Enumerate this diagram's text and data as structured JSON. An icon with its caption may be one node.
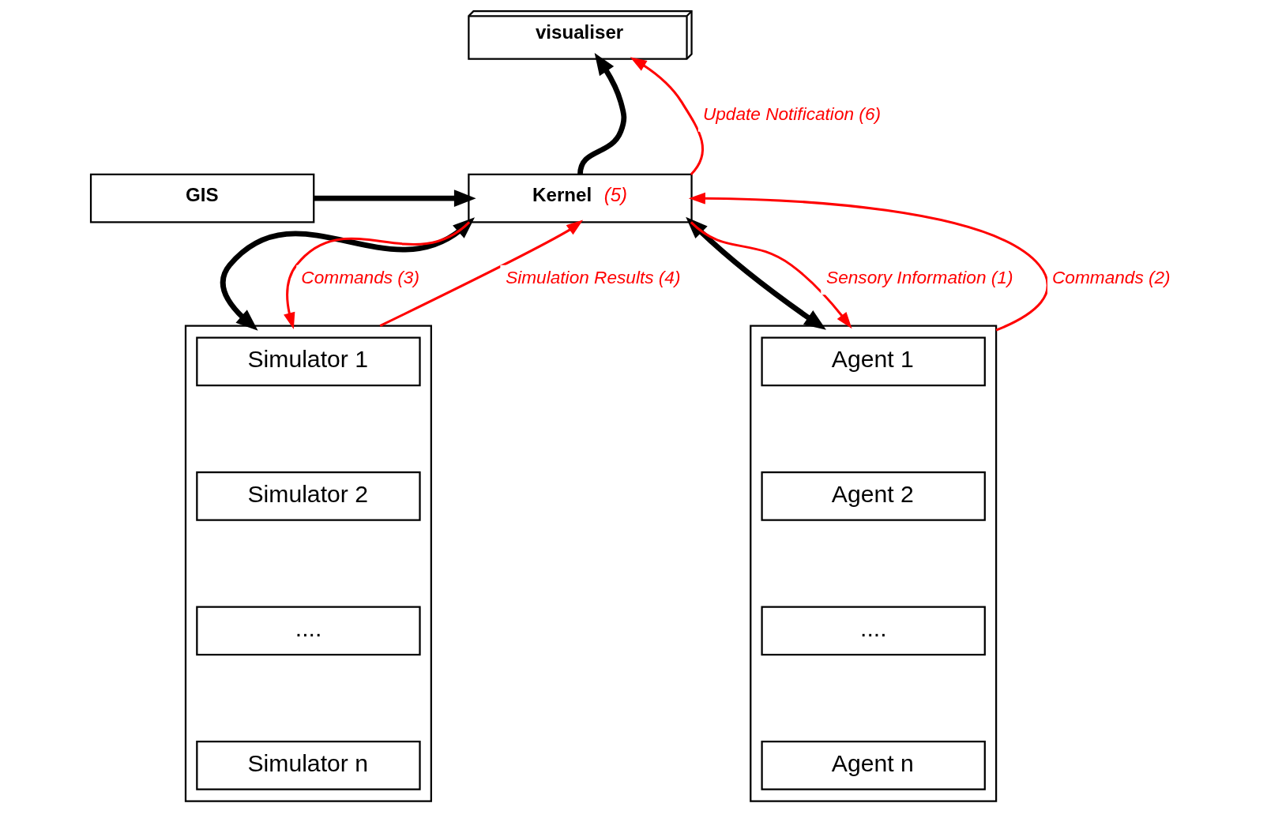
{
  "diagram": {
    "nodes": [
      {
        "text": [
          "visualiser"
        ]
      },
      {
        "text": [
          "GIS"
        ]
      },
      {
        "text": [
          "Kernel",
          "(5)"
        ]
      },
      {
        "text": [],
        "shape": "box"
      },
      {
        "text": [
          "Simulator 1"
        ],
        "in": 3
      },
      {
        "text": [
          "Simulator 2"
        ],
        "in": 3
      },
      {
        "text": [
          "...."
        ],
        "in": 3
      },
      {
        "text": [
          "Simulator n"
        ],
        "in": 3
      },
      {
        "text": [],
        "shape": "box"
      },
      {
        "text": [
          "Agent 1"
        ],
        "in": 8
      },
      {
        "text": [
          "Agent 2"
        ],
        "in": 8
      },
      {
        "text": [
          "...."
        ],
        "in": 8
      },
      {
        "text": [
          "Agent n"
        ],
        "in": 8
      }
    ],
    "edges": [
      {
        "from": 2,
        "to": 0,
        "arrow": "to",
        "style": "thick",
        "color": "#000000"
      },
      {
        "from": 2,
        "to": 0,
        "arrow": "to",
        "label": "Update Notification (6)"
      },
      {
        "from": 1,
        "to": 2,
        "arrow": "to",
        "style": "thick",
        "color": "#000000"
      },
      {
        "from": 2,
        "to": 3,
        "arrow": "both",
        "style": "thick",
        "color": "#000000"
      },
      {
        "from": 3,
        "to": 2,
        "arrow": "to",
        "label": "Simulation Results (4)"
      },
      {
        "from": 2,
        "to": 3,
        "arrow": "to",
        "label": "Commands (3)"
      },
      {
        "from": 2,
        "to": 8,
        "arrow": "both",
        "style": "thick",
        "color": "#000000"
      },
      {
        "from": 2,
        "to": 8,
        "arrow": "to",
        "label": "Sensory Information (1)"
      },
      {
        "from": 8,
        "to": 2,
        "arrow": "to",
        "label": "Commands (2)"
      }
    ]
  }
}
